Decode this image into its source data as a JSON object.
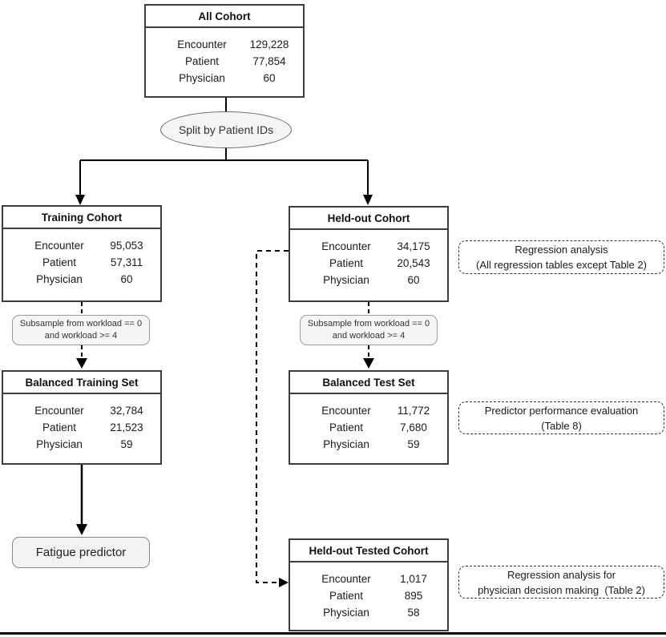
{
  "labels": {
    "encounter": "Encounter",
    "patient": "Patient",
    "physician": "Physician"
  },
  "boxes": {
    "all_cohort": {
      "title": "All Cohort",
      "encounter": "129,228",
      "patient": "77,854",
      "physician": "60"
    },
    "training_cohort": {
      "title": "Training Cohort",
      "encounter": "95,053",
      "patient": "57,311",
      "physician": "60"
    },
    "held_out_cohort": {
      "title": "Held-out Cohort",
      "encounter": "34,175",
      "patient": "20,543",
      "physician": "60"
    },
    "balanced_training_set": {
      "title": "Balanced Training Set",
      "encounter": "32,784",
      "patient": "21,523",
      "physician": "59"
    },
    "balanced_test_set": {
      "title": "Balanced Test Set",
      "encounter": "11,772",
      "patient": "7,680",
      "physician": "59"
    },
    "held_out_tested_cohort": {
      "title": "Held-out Tested Cohort",
      "encounter": "1,017",
      "patient": "895",
      "physician": "58"
    }
  },
  "nodes": {
    "split": "Split by Patient IDs",
    "subsample_line1": "Subsample from workload == 0",
    "subsample_line2": "and workload >= 4",
    "fatigue_predictor": "Fatigue predictor"
  },
  "annotations": {
    "regression": {
      "line1": "Regression analysis",
      "line2": "(All regression tables except Table 2)"
    },
    "predictor_eval": {
      "line1": "Predictor performance evaluation",
      "line2": "(Table 8)"
    },
    "decision_making": {
      "line1": "Regression analysis for",
      "line2": "physician decision making  (Table 2)"
    }
  },
  "colors": {
    "box_border": "#3d3d3d",
    "node_fill": "#f5f5f5",
    "node_border": "#999999",
    "line": "#000000"
  }
}
